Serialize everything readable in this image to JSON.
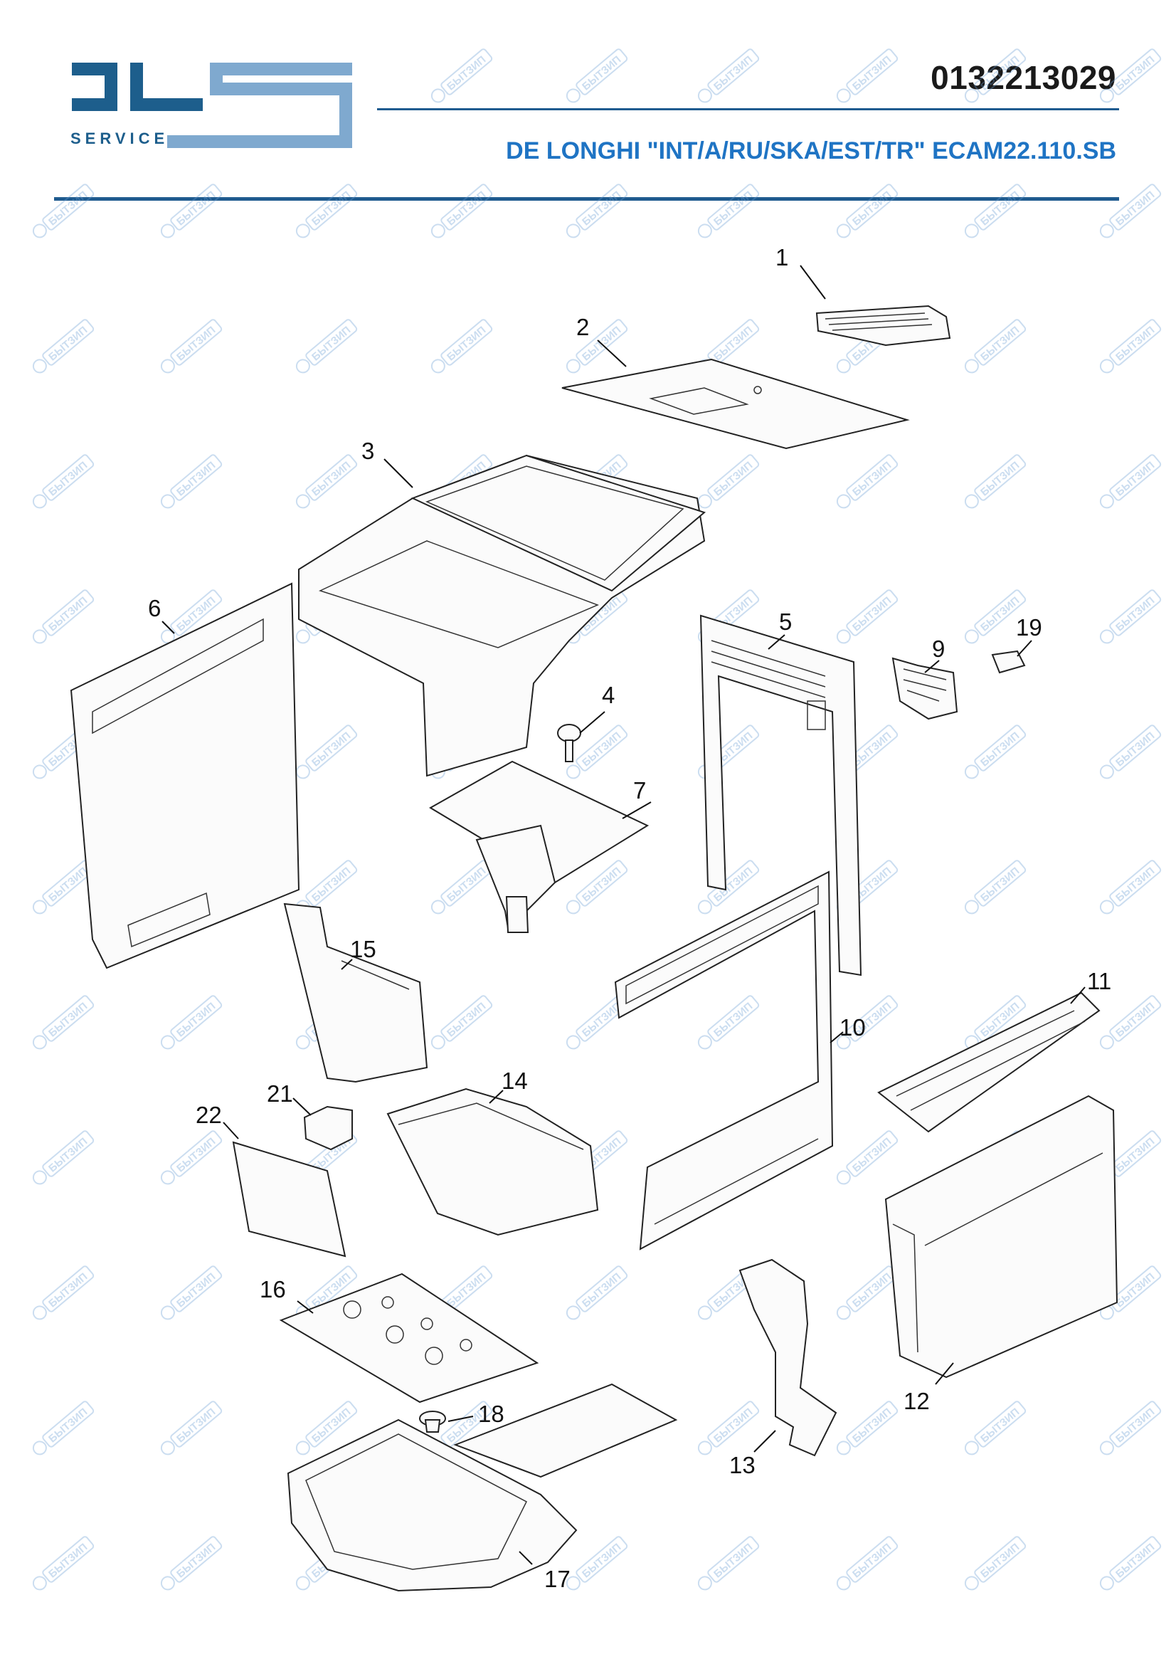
{
  "header": {
    "logo_text": "SERVICE",
    "part_code": "0132213029",
    "model": "DE LONGHI \"INT/A/RU/SKA/EST/TR\" ECAM22.110.SB"
  },
  "watermark": "БЫТЗИП",
  "part_labels": [
    "1",
    "2",
    "3",
    "4",
    "5",
    "6",
    "7",
    "9",
    "10",
    "11",
    "12",
    "13",
    "14",
    "15",
    "16",
    "17",
    "18",
    "19",
    "21",
    "22"
  ],
  "colors": {
    "brand_blue": "#1f74c4",
    "rule_blue": "#1f5b8f",
    "logo_dark": "#1d5e8c",
    "logo_light": "#7fa9cf"
  }
}
